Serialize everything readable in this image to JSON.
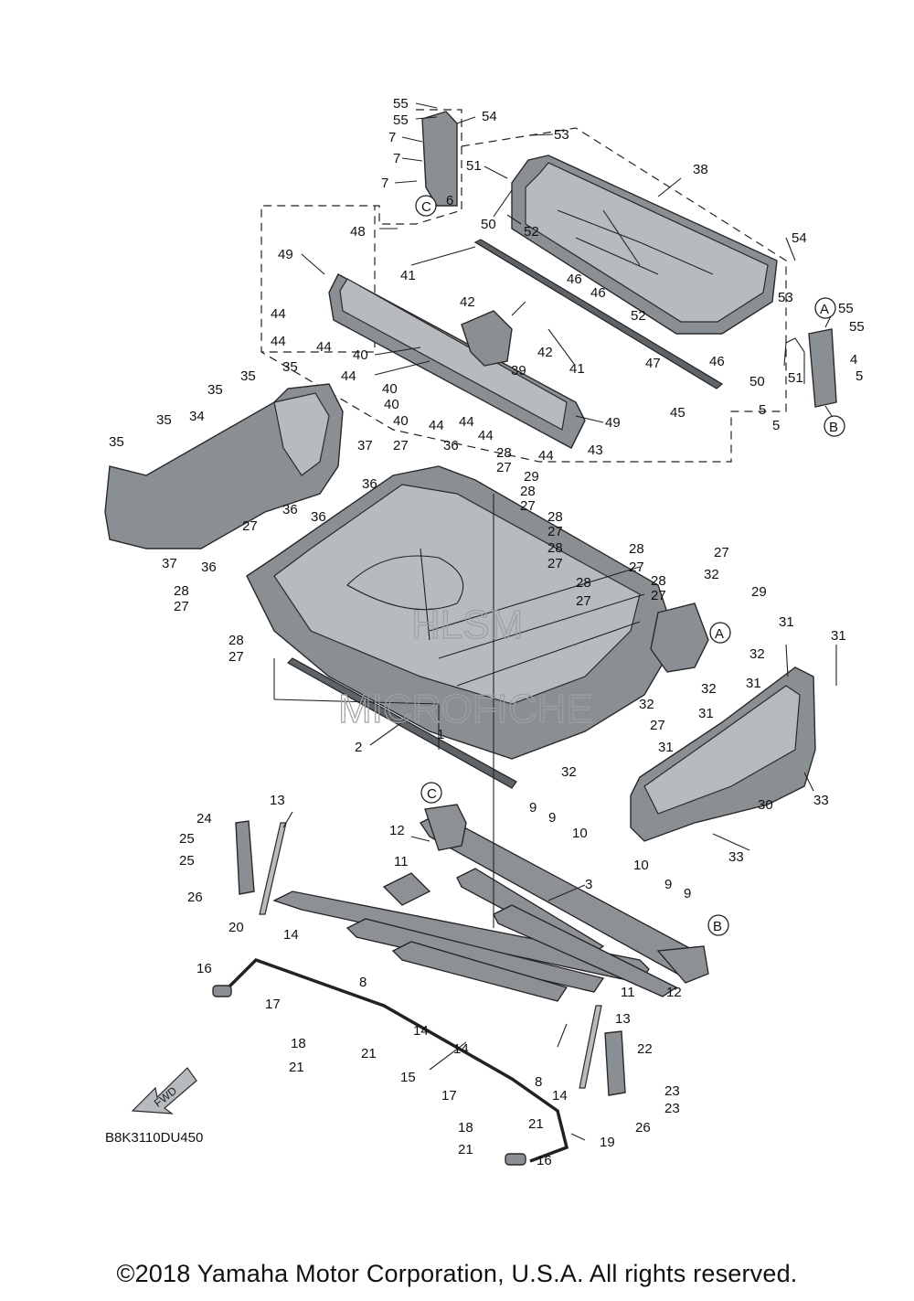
{
  "diagram": {
    "drawing_code": "B8K3110DU450",
    "copyright": "©2018 Yamaha Motor Corporation, U.S.A. All rights reserved.",
    "watermark": [
      "HLSM",
      "MICROFICHE"
    ],
    "fwd_arrow": "FWD",
    "reference_markers": [
      "A",
      "B",
      "C"
    ],
    "part_labels": [
      "1",
      "2",
      "3",
      "4",
      "5",
      "6",
      "7",
      "8",
      "9",
      "10",
      "11",
      "12",
      "13",
      "14",
      "15",
      "16",
      "17",
      "18",
      "19",
      "20",
      "21",
      "22",
      "23",
      "24",
      "25",
      "26",
      "27",
      "28",
      "29",
      "30",
      "31",
      "32",
      "33",
      "34",
      "35",
      "36",
      "37",
      "38",
      "39",
      "40",
      "41",
      "42",
      "43",
      "44",
      "45",
      "46",
      "47",
      "48",
      "49",
      "50",
      "51",
      "52",
      "53",
      "54",
      "55"
    ]
  }
}
